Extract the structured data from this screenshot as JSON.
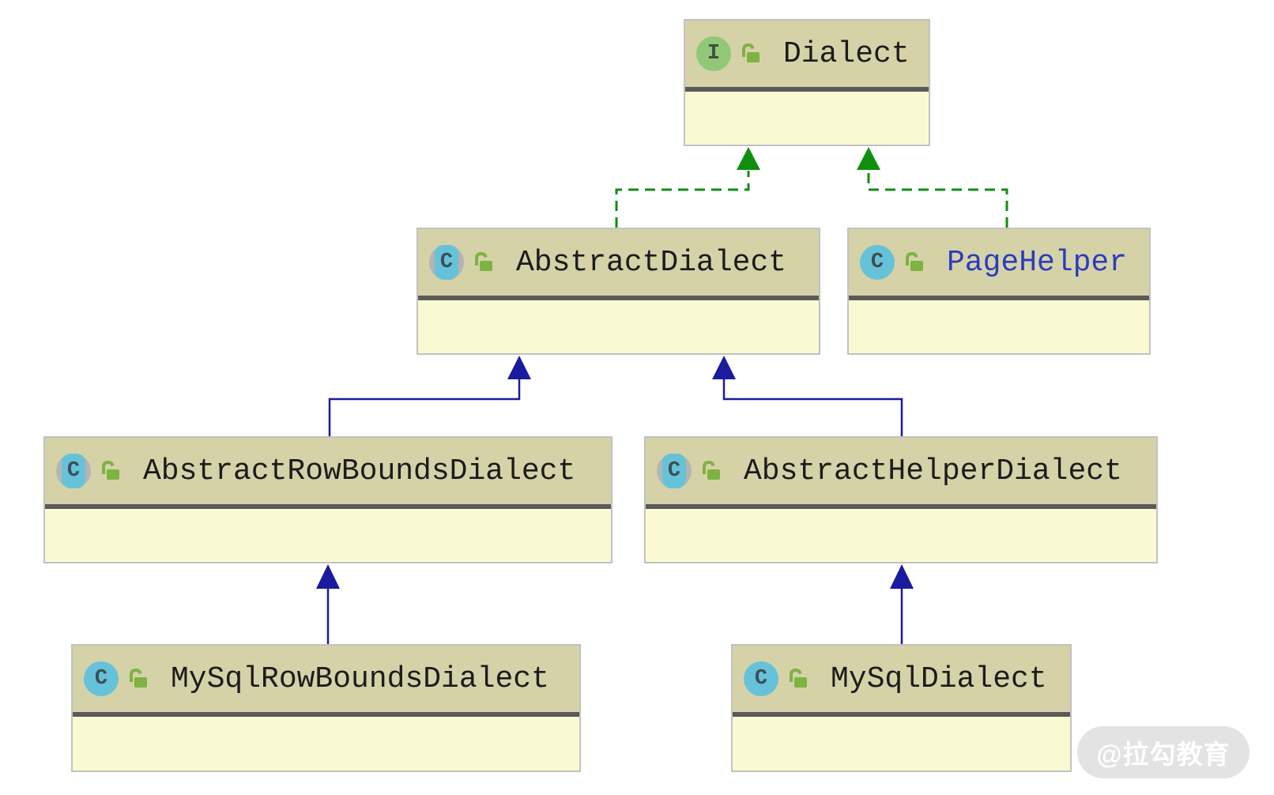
{
  "diagram": {
    "type": "uml-class-diagram",
    "nodes": [
      {
        "id": "dialect",
        "name": "Dialect",
        "kind": "interface",
        "icon": "interface-icon",
        "icon_letter": "I",
        "lock": "unlocked-icon",
        "name_color": "#1c1c1c"
      },
      {
        "id": "abstract-dialect",
        "name": "AbstractDialect",
        "kind": "abstract-class",
        "icon": "abstract-class-icon",
        "icon_letter": "C",
        "lock": "unlocked-icon",
        "name_color": "#1c1c1c"
      },
      {
        "id": "page-helper",
        "name": "PageHelper",
        "kind": "class",
        "icon": "class-icon",
        "icon_letter": "C",
        "lock": "unlocked-icon",
        "name_color": "#2b3cbf"
      },
      {
        "id": "abstract-row-bounds-dialect",
        "name": "AbstractRowBoundsDialect",
        "kind": "abstract-class",
        "icon": "abstract-class-icon",
        "icon_letter": "C",
        "lock": "unlocked-icon",
        "name_color": "#1c1c1c"
      },
      {
        "id": "abstract-helper-dialect",
        "name": "AbstractHelperDialect",
        "kind": "abstract-class",
        "icon": "abstract-class-icon",
        "icon_letter": "C",
        "lock": "unlocked-icon",
        "name_color": "#1c1c1c"
      },
      {
        "id": "my-sql-row-bounds-dialect",
        "name": "MySqlRowBoundsDialect",
        "kind": "class",
        "icon": "class-icon",
        "icon_letter": "C",
        "lock": "unlocked-icon",
        "name_color": "#1c1c1c"
      },
      {
        "id": "my-sql-dialect",
        "name": "MySqlDialect",
        "kind": "class",
        "icon": "class-icon",
        "icon_letter": "C",
        "lock": "unlocked-icon",
        "name_color": "#1c1c1c"
      }
    ],
    "edges": [
      {
        "from": "AbstractDialect",
        "to": "Dialect",
        "type": "realization",
        "style": "dashed",
        "color": "#0f8f0f"
      },
      {
        "from": "PageHelper",
        "to": "Dialect",
        "type": "realization",
        "style": "dashed",
        "color": "#0f8f0f"
      },
      {
        "from": "AbstractRowBoundsDialect",
        "to": "AbstractDialect",
        "type": "inheritance",
        "style": "solid",
        "color": "#1b1b9e"
      },
      {
        "from": "AbstractHelperDialect",
        "to": "AbstractDialect",
        "type": "inheritance",
        "style": "solid",
        "color": "#1b1b9e"
      },
      {
        "from": "MySqlRowBoundsDialect",
        "to": "AbstractRowBoundsDialect",
        "type": "inheritance",
        "style": "solid",
        "color": "#1b1b9e"
      },
      {
        "from": "MySqlDialect",
        "to": "AbstractHelperDialect",
        "type": "inheritance",
        "style": "solid",
        "color": "#1b1b9e"
      }
    ],
    "colors": {
      "node_header_bg": "#d6d2a8",
      "node_body_bg": "#fbf9d2",
      "node_border": "#c2c2c2",
      "node_separator": "#5a5a58",
      "realization_green": "#0f8f0f",
      "inheritance_blue": "#1b1b9e",
      "interface_icon_bg": "#90c877",
      "class_icon_bg": "#66c2d8",
      "abstract_icon_ring": "#b4b4b4",
      "lock_icon_green": "#7cb342",
      "highlighted_name_blue": "#2b3cbf"
    }
  },
  "watermark": {
    "text": "@拉勾教育"
  }
}
